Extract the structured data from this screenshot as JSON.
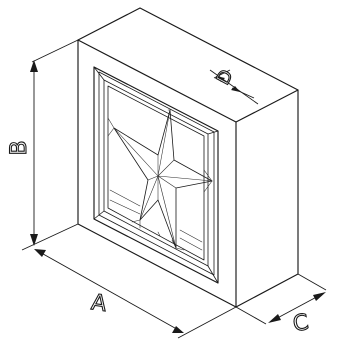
{
  "dimensions": {
    "width_label": "A",
    "height_label": "B",
    "depth_label": "C",
    "frame_label": "D"
  },
  "colors": {
    "line": "#1a1a1a",
    "face_front": "#ffffff",
    "face_top": "#ffffff",
    "face_side": "#ffffff",
    "background": "#ffffff"
  }
}
